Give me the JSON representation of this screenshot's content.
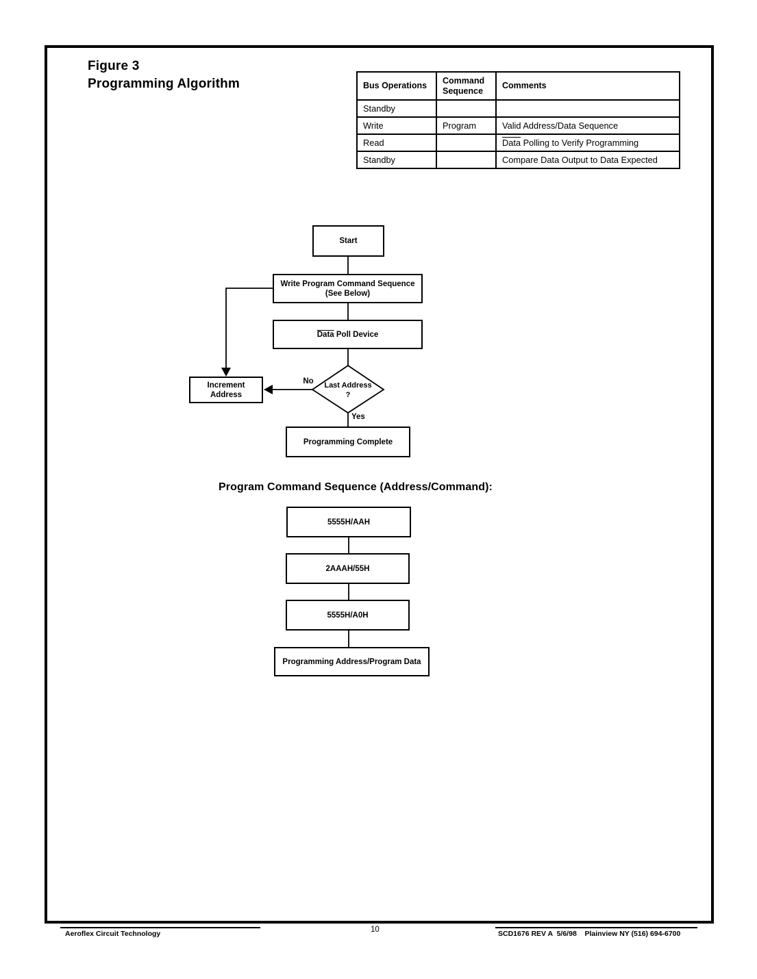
{
  "page": {
    "figure_label": "Figure 3",
    "figure_title": "Programming Algorithm",
    "page_number": "10"
  },
  "table": {
    "headers": [
      "Bus Operations",
      "Command Sequence",
      "Comments"
    ],
    "rows": [
      {
        "bus": "Standby",
        "cmd": "",
        "comment": ""
      },
      {
        "bus": "Write",
        "cmd": "Program",
        "comment": "Valid Address/Data Sequence"
      },
      {
        "bus": "Read",
        "cmd": "",
        "comment_overline": "Data",
        "comment": " Polling to Verify Programming"
      },
      {
        "bus": "Standby",
        "cmd": "",
        "comment": "Compare Data Output to Data Expected"
      }
    ]
  },
  "flowchart": {
    "start": "Start",
    "write_cmd_line1": "Write Program Command Sequence",
    "write_cmd_line2": "(See Below)",
    "data_poll_overline": "Data",
    "data_poll_rest": " Poll Device",
    "decision_line1": "Last Address",
    "decision_line2": "?",
    "no_label": "No",
    "yes_label": "Yes",
    "increment_line1": "Increment",
    "increment_line2": "Address",
    "complete": "Programming Complete"
  },
  "sequence": {
    "heading": "Program Command Sequence (Address/Command):",
    "steps": [
      "5555H/AAH",
      "2AAAH/55H",
      "5555H/A0H",
      "Programming Address/Program Data"
    ]
  },
  "footer": {
    "company": "Aeroflex Circuit Technology",
    "doc_info": "SCD1676 REV A  5/6/98    Plainview NY (516) 694-6700"
  },
  "colors": {
    "ink": "#000000",
    "paper": "#ffffff"
  }
}
